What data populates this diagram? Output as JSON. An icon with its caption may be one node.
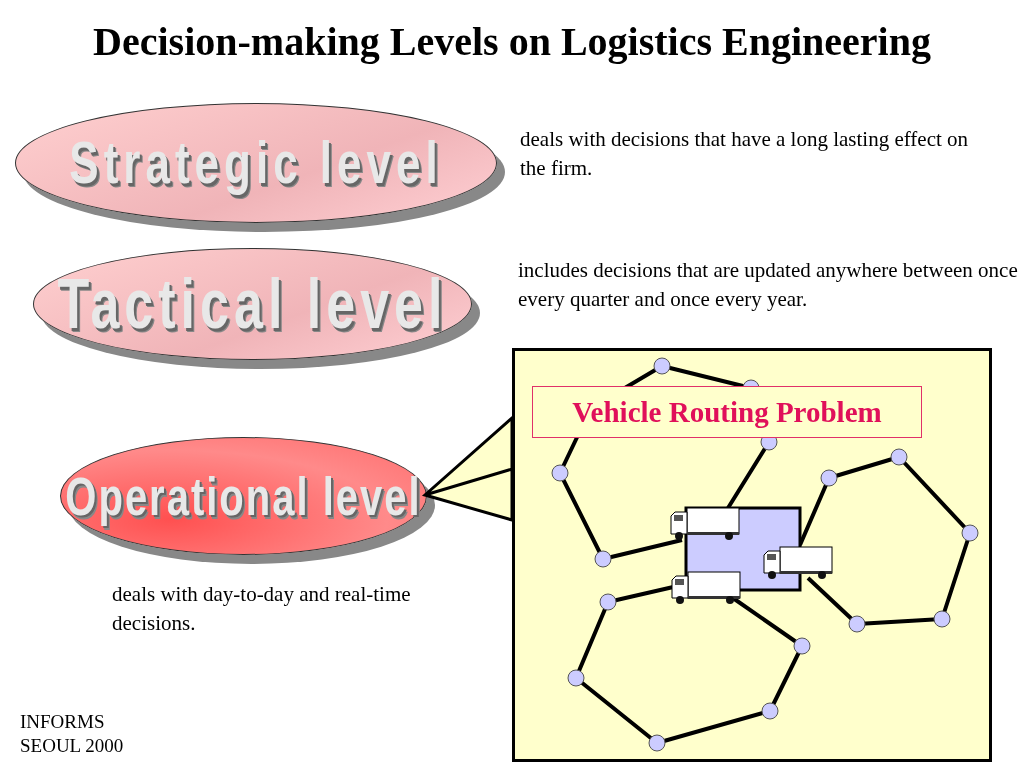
{
  "diagram": {
    "title": "Decision-making Levels on Logistics Engineering",
    "nodes": [
      {
        "text": [
          "Strategic level"
        ],
        "beside": [
          "deals with decisions that have a long lasting effect on the firm."
        ]
      },
      {
        "text": [
          "Tactical level"
        ],
        "beside": [
          "includes decisions that are updated anywhere between once every quarter and once every year."
        ]
      },
      {
        "text": [
          "Operational level"
        ],
        "beside": [
          "deals with day-to-day and real-time decisions."
        ]
      },
      {
        "text": [],
        "shape": "box"
      },
      {
        "text": [
          "Vehicle Routing Problem"
        ],
        "in": 3
      }
    ],
    "edges": [
      {
        "from": 3,
        "to": 2,
        "arrow": "to"
      }
    ],
    "labels": [
      "INFORMS SEOUL 2000"
    ]
  }
}
